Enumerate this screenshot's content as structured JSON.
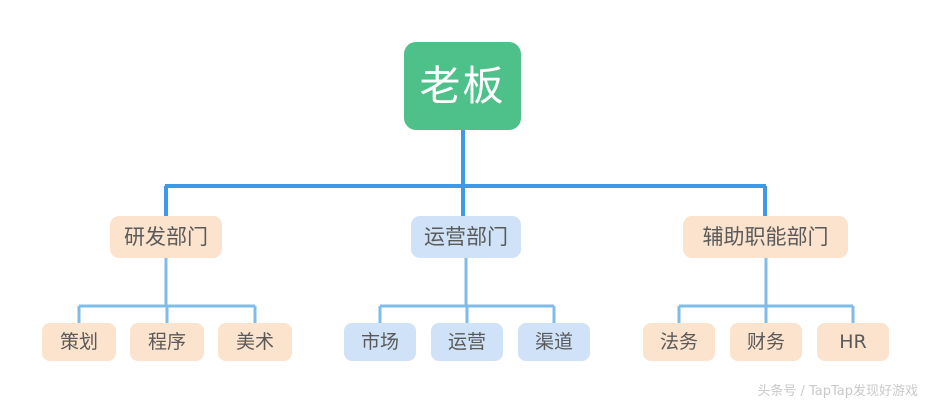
{
  "diagram": {
    "title_text": "老板",
    "type": "organization-chart",
    "background_color": "#ffffff",
    "colors": {
      "root_fill": "#4ec08a",
      "root_text": "#ffffff",
      "peach_fill": "#fbe3cd",
      "blue_fill": "#cfe2f7",
      "node_text": "#5a5a5a",
      "connector_primary": "#3d9ae8",
      "connector_secondary": "#7fbce8",
      "watermark_text": "#c9c9c9"
    },
    "root": {
      "label": "老板",
      "color_key": "green"
    },
    "departments": [
      {
        "label": "研发部门",
        "color_key": "peach",
        "children": [
          {
            "label": "策划",
            "color_key": "peach"
          },
          {
            "label": "程序",
            "color_key": "peach"
          },
          {
            "label": "美术",
            "color_key": "peach"
          }
        ]
      },
      {
        "label": "运营部门",
        "color_key": "blue",
        "children": [
          {
            "label": "市场",
            "color_key": "blue"
          },
          {
            "label": "运营",
            "color_key": "blue"
          },
          {
            "label": "渠道",
            "color_key": "blue"
          }
        ]
      },
      {
        "label": "辅助职能部门",
        "color_key": "peach",
        "children": [
          {
            "label": "法务",
            "color_key": "peach"
          },
          {
            "label": "财务",
            "color_key": "peach"
          },
          {
            "label": "HR",
            "color_key": "peach"
          }
        ]
      }
    ]
  },
  "watermark": {
    "text": "头条号 / TapTap发现好游戏"
  }
}
